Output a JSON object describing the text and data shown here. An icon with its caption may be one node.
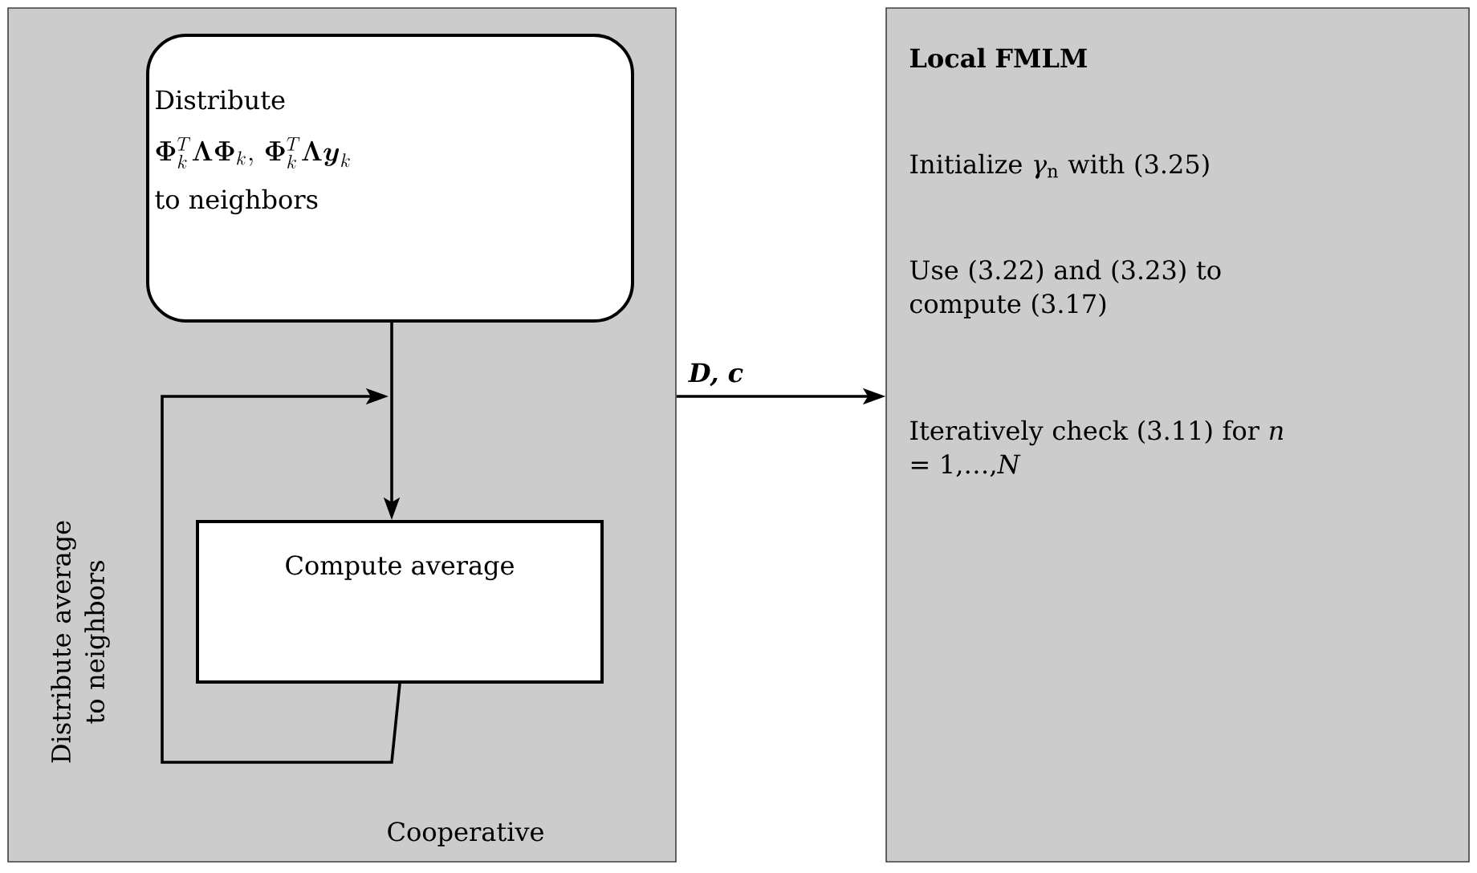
{
  "diagram": {
    "nodes": [
      {
        "text": [
          "Cooperative"
        ]
      },
      {
        "text": [
          "Distribute",
          "\\mathbf{\\Phi}_k^T\\mathbf{\\Lambda}\\mathbf{\\Phi}_k,\\,\\mathbf{\\Phi}_k^T\\mathbf{\\Lambda}\\boldsymbol{y}_k",
          "to neighbors"
        ],
        "in": 0
      },
      {
        "text": [
          "Compute average"
        ],
        "in": 0
      },
      {
        "text": [
          "Local FMLM",
          "Initialize *γ*$_{n}$ with (3.25)",
          "Use (3.22) and (3.23) to compute (3.17)",
          "Iteratively check (3.11) for *n* = 1,…,*N*"
        ]
      }
    ],
    "edges": [
      {
        "from": 1,
        "to": 2,
        "arrow": "to"
      },
      {
        "from": 2,
        "to": null,
        "arrow": "to",
        "label": "Distribute average to neighbors"
      },
      {
        "from": 0,
        "to": 3,
        "arrow": "to",
        "label": "D, c"
      }
    ]
  }
}
